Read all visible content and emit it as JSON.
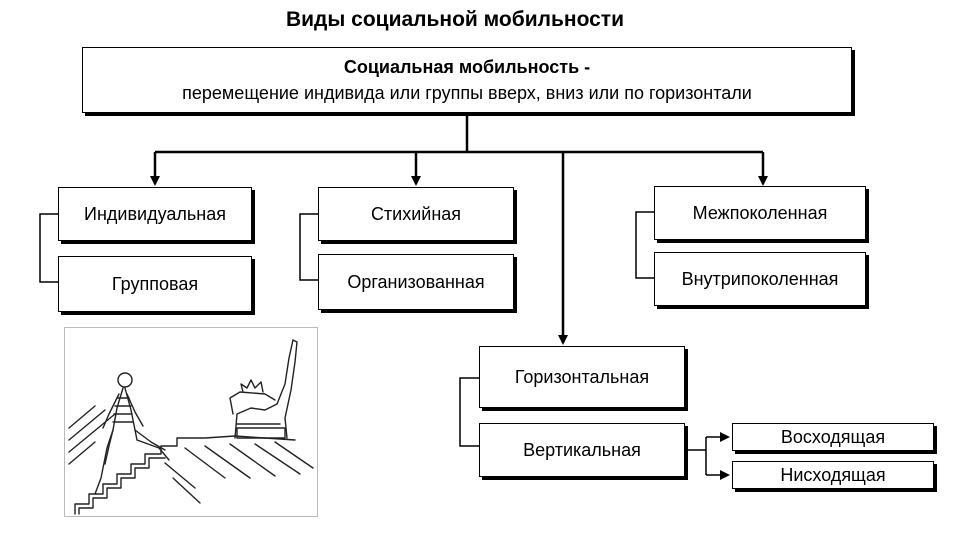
{
  "title": "Виды социальной мобильности",
  "definition": {
    "line1": "Социальная мобильность -",
    "line2": "перемещение индивида или группы вверх, вниз или по горизонтали"
  },
  "boxes": {
    "individual": "Индивидуальная",
    "group": "Групповая",
    "spontaneous": "Стихийная",
    "organized": "Организованная",
    "intergenerational": "Межпоколенная",
    "intragenerational": "Внутрипоколенная",
    "horizontal": "Горизонтальная",
    "vertical": "Вертикальная",
    "ascending": "Восходящая",
    "descending": "Нисходящая"
  },
  "illustration": {
    "icon": "staircase-throne-icon"
  }
}
